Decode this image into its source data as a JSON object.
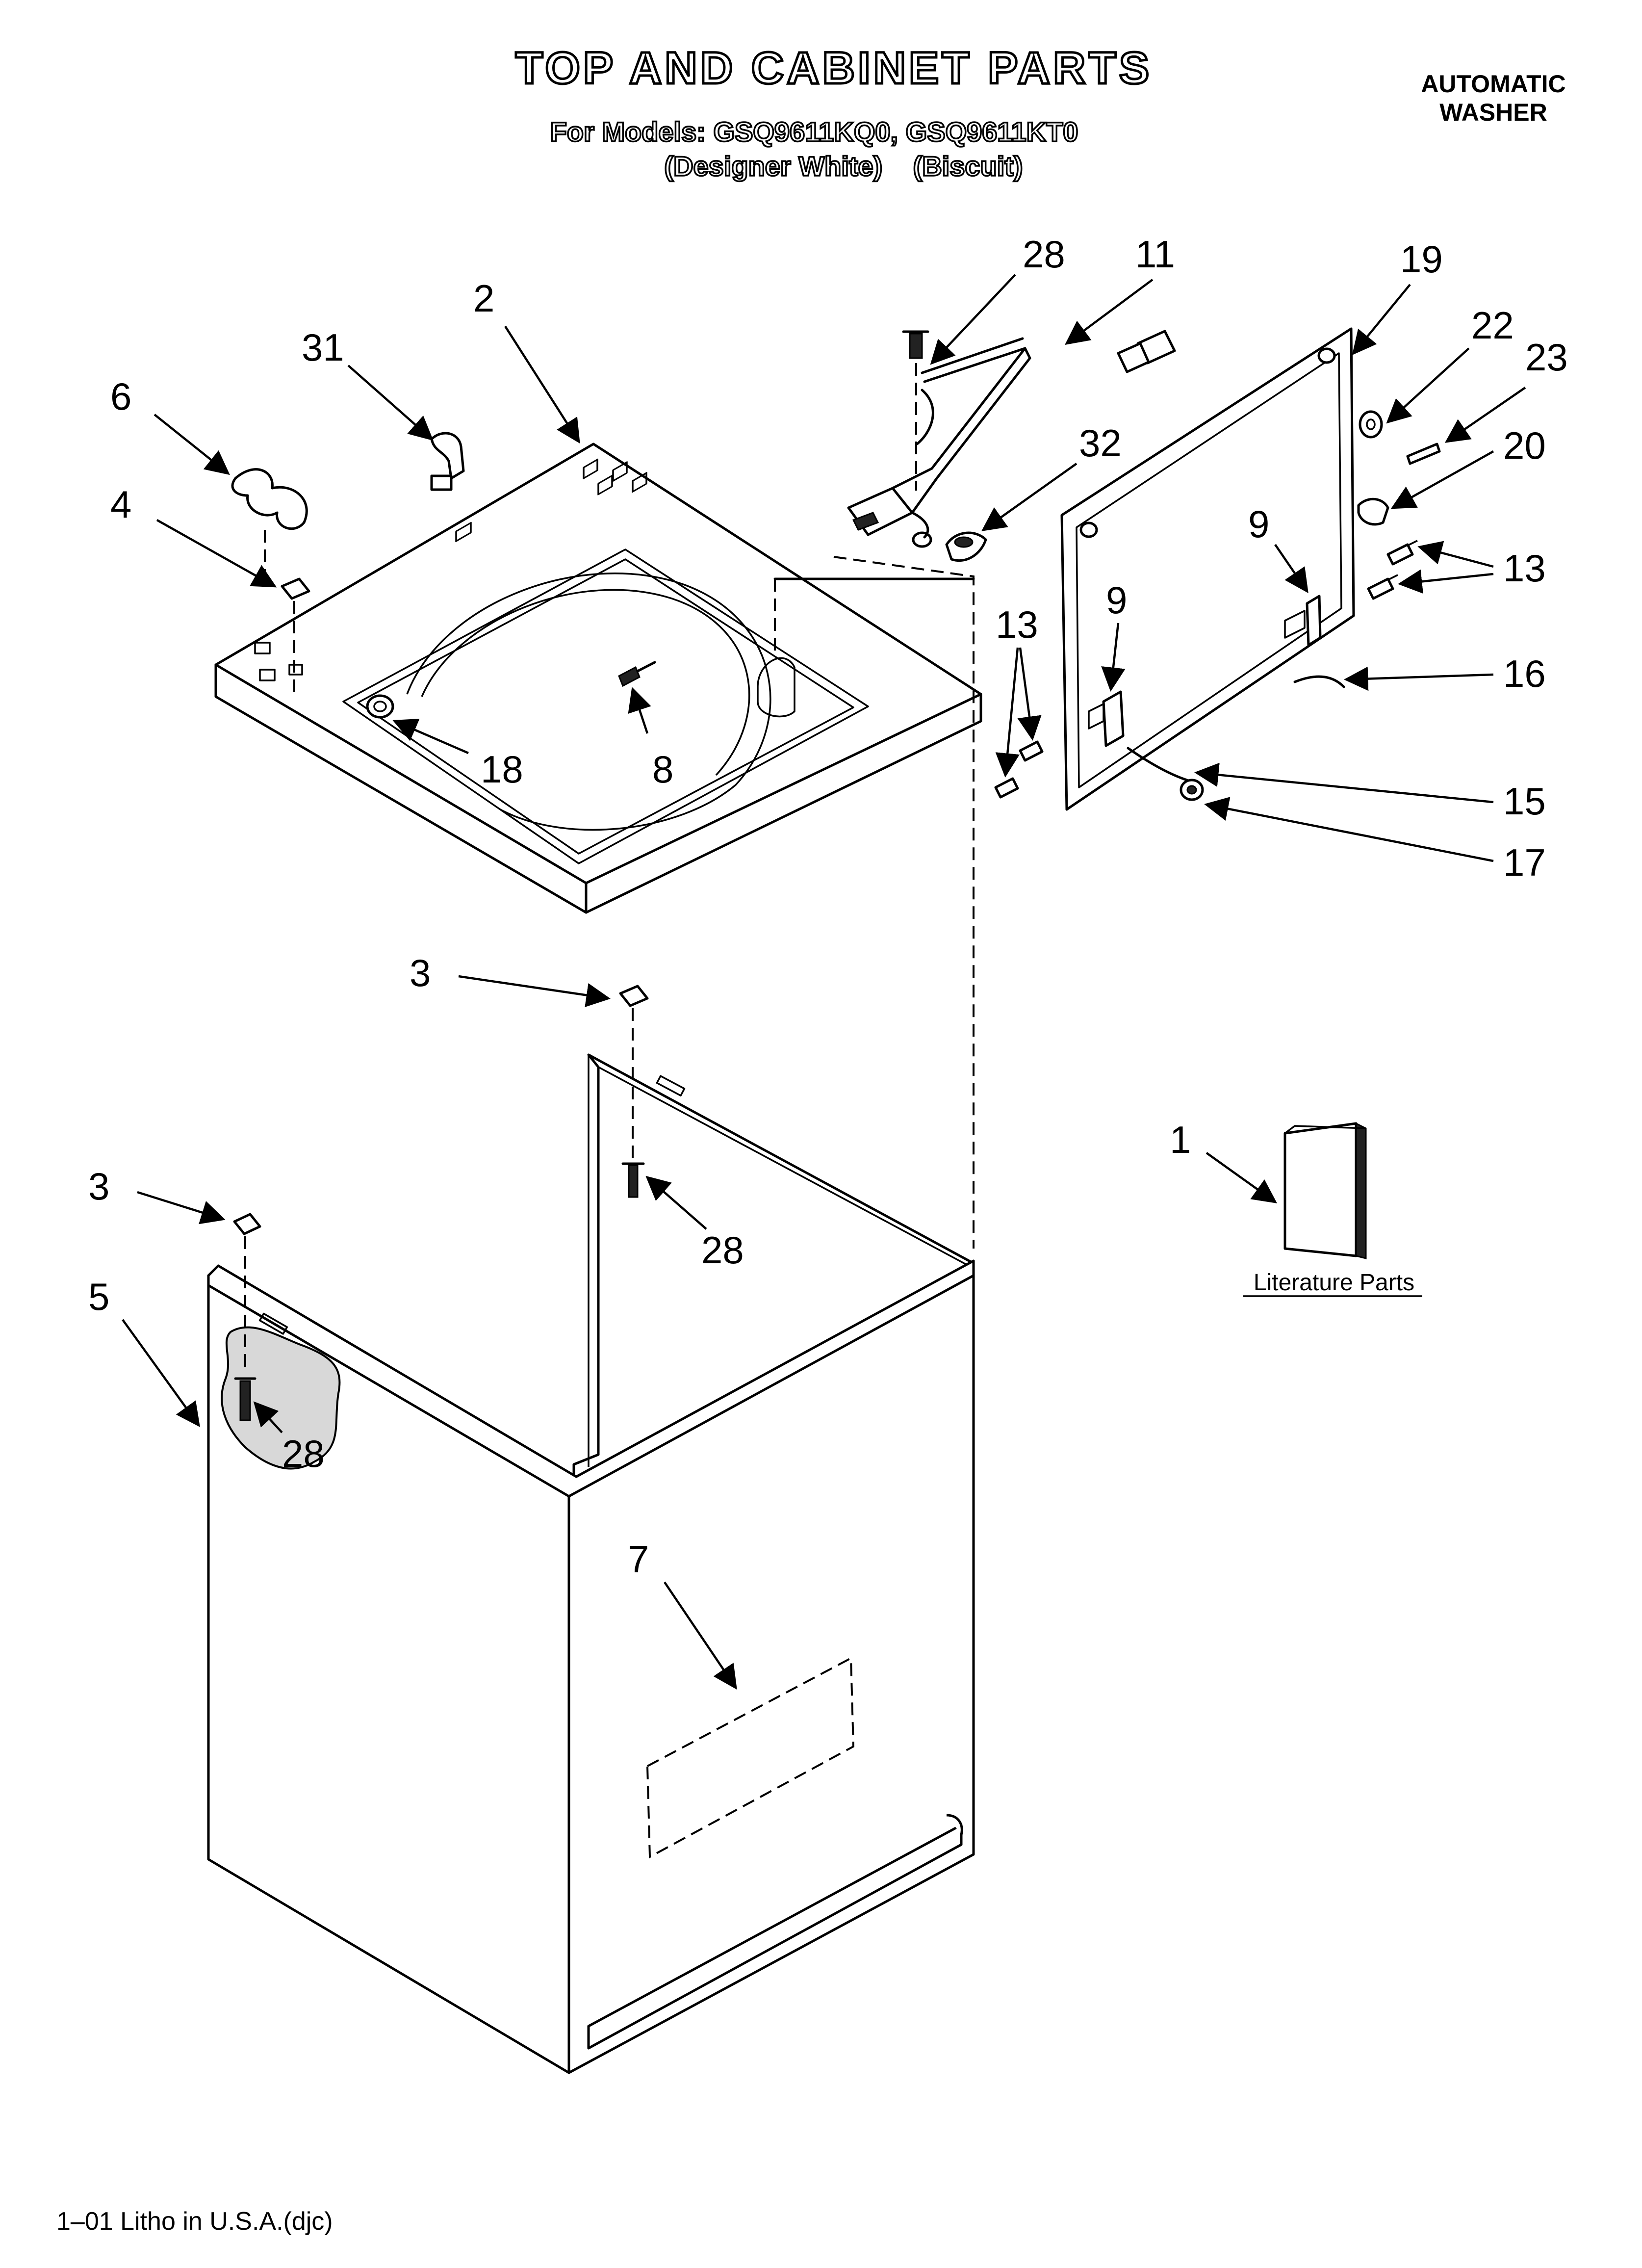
{
  "header": {
    "title": "TOP AND CABINET PARTS",
    "models_line": "For Models: GSQ9611KQ0, GSQ9611KT0",
    "colors_line": "(Designer White)    (Biscuit)",
    "product_type_line1": "AUTOMATIC",
    "product_type_line2": "WASHER"
  },
  "literature": {
    "label": "Literature Parts"
  },
  "footer": {
    "litho": "1–01 Litho in U.S.A.(djc)"
  },
  "callouts": {
    "c1": "1",
    "c2": "2",
    "c3a": "3",
    "c3b": "3",
    "c4": "4",
    "c5": "5",
    "c6": "6",
    "c7": "7",
    "c8": "8",
    "c9a": "9",
    "c9b": "9",
    "c11": "11",
    "c13a": "13",
    "c13b": "13",
    "c15": "15",
    "c16": "16",
    "c17": "17",
    "c18": "18",
    "c19": "19",
    "c20": "20",
    "c22": "22",
    "c23": "23",
    "c28a": "28",
    "c28b": "28",
    "c28c": "28",
    "c31": "31",
    "c32": "32"
  }
}
